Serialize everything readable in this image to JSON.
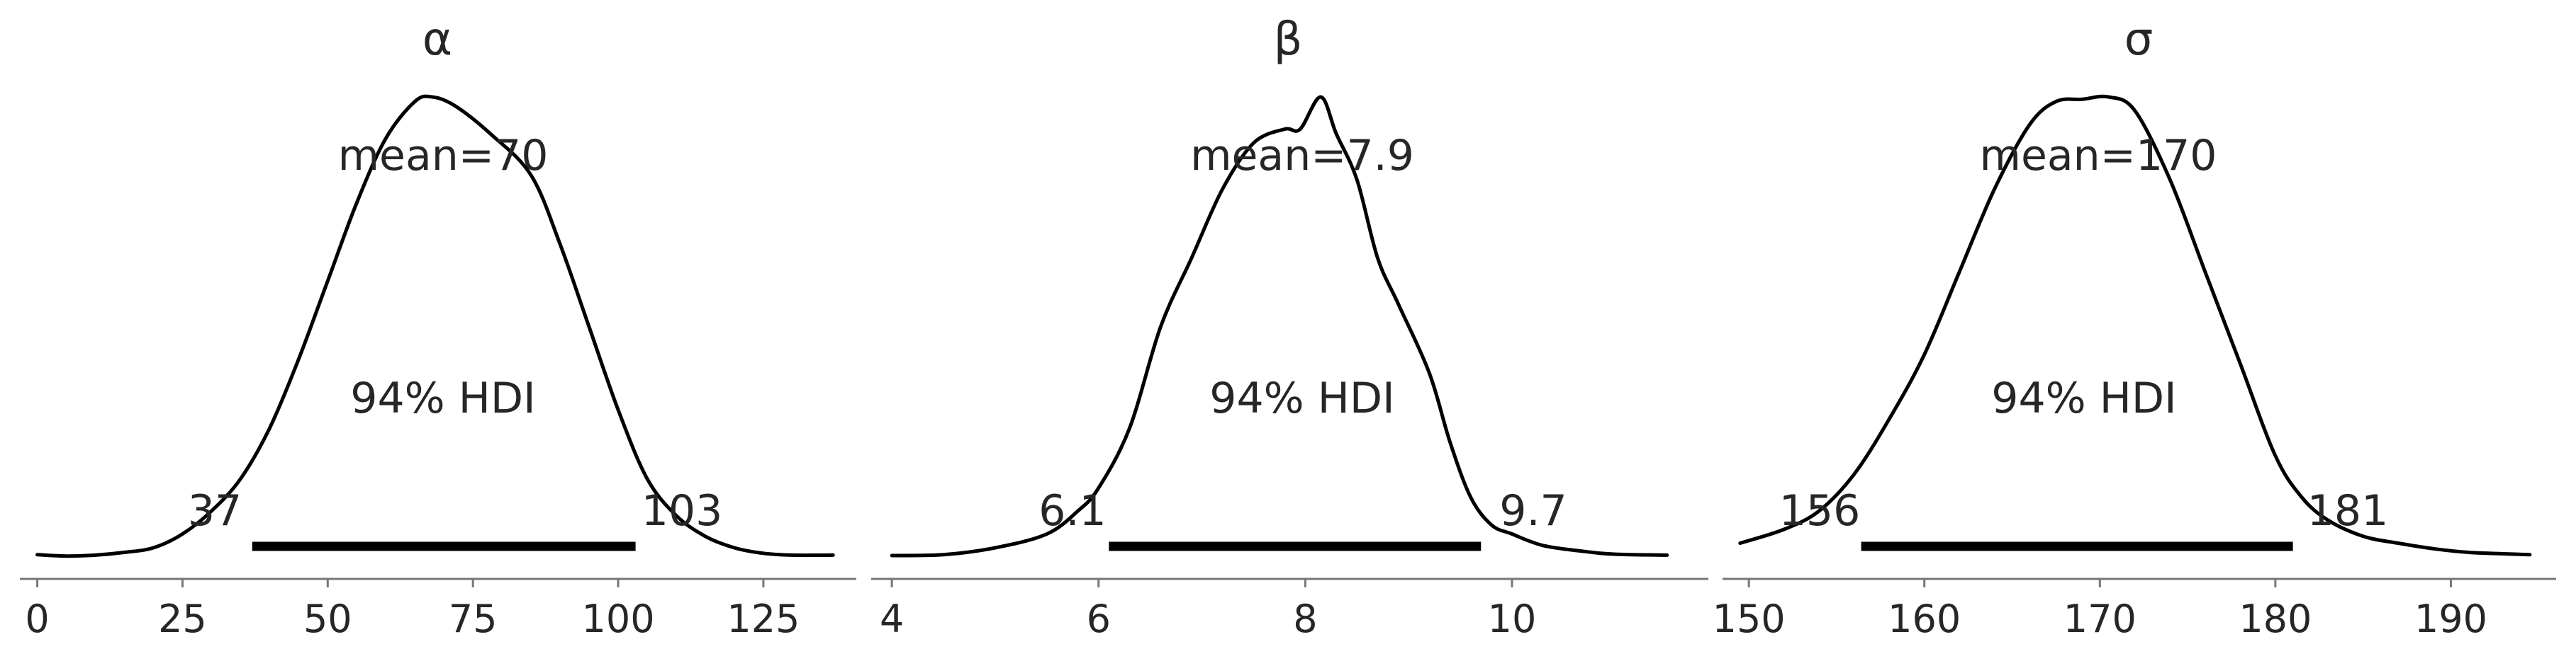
{
  "chart_data": [
    {
      "type": "area",
      "title": "α",
      "mean_label": "mean=70",
      "hdi_label": "94% HDI",
      "hdi": [
        37,
        103
      ],
      "hdi_low_label": "37",
      "hdi_high_label": "103",
      "xlim": [
        -3,
        141
      ],
      "ticks": [
        0,
        25,
        50,
        75,
        100,
        125
      ],
      "tick_labels": [
        "0",
        "25",
        "50",
        "75",
        "100",
        "125"
      ],
      "density": {
        "x": [
          0,
          5,
          10,
          15,
          20,
          25,
          30,
          35,
          40,
          45,
          50,
          55,
          60,
          65,
          68,
          72,
          78,
          85,
          90,
          95,
          100,
          105,
          110,
          115,
          120,
          125,
          130,
          137
        ],
        "y": [
          0.005,
          0.002,
          0.004,
          0.01,
          0.02,
          0.05,
          0.1,
          0.17,
          0.28,
          0.43,
          0.6,
          0.77,
          0.91,
          0.99,
          1.0,
          0.98,
          0.92,
          0.83,
          0.68,
          0.5,
          0.32,
          0.17,
          0.09,
          0.045,
          0.02,
          0.008,
          0.004,
          0.004
        ]
      }
    },
    {
      "type": "area",
      "title": "β",
      "mean_label": "mean=7.9",
      "hdi_label": "94% HDI",
      "hdi": [
        6.1,
        9.7
      ],
      "hdi_low_label": "6.1",
      "hdi_high_label": "9.7",
      "xlim": [
        3.8,
        11.9
      ],
      "ticks": [
        4,
        6,
        8,
        10
      ],
      "tick_labels": [
        "4",
        "6",
        "8",
        "10"
      ],
      "density": {
        "x": [
          4.0,
          4.5,
          5.0,
          5.5,
          5.8,
          6.0,
          6.3,
          6.6,
          6.9,
          7.2,
          7.5,
          7.8,
          7.95,
          8.15,
          8.3,
          8.5,
          8.7,
          8.9,
          9.2,
          9.4,
          9.6,
          9.8,
          10.0,
          10.3,
          10.7,
          11.0,
          11.5
        ],
        "y": [
          0.003,
          0.005,
          0.02,
          0.05,
          0.1,
          0.15,
          0.28,
          0.5,
          0.65,
          0.8,
          0.9,
          0.93,
          0.93,
          1.0,
          0.92,
          0.82,
          0.65,
          0.55,
          0.4,
          0.25,
          0.13,
          0.07,
          0.05,
          0.025,
          0.012,
          0.006,
          0.004
        ]
      }
    },
    {
      "type": "area",
      "title": "σ",
      "mean_label": "mean=170",
      "hdi_label": "94% HDI",
      "hdi": [
        156.4,
        181
      ],
      "hdi_low_label": "156",
      "hdi_high_label": "181",
      "xlim": [
        148.5,
        196
      ],
      "ticks": [
        150,
        160,
        170,
        180,
        190
      ],
      "tick_labels": [
        "150",
        "160",
        "170",
        "180",
        "190"
      ],
      "density": {
        "x": [
          149.5,
          152,
          154,
          156,
          158,
          160,
          162,
          164,
          166,
          167.5,
          169,
          170.5,
          172,
          174,
          176,
          178,
          180,
          181.5,
          183,
          185,
          187,
          189,
          191,
          193,
          194.5
        ],
        "y": [
          0.03,
          0.06,
          0.1,
          0.18,
          0.3,
          0.44,
          0.62,
          0.8,
          0.94,
          0.99,
          0.995,
          1.0,
          0.97,
          0.82,
          0.62,
          0.42,
          0.22,
          0.13,
          0.08,
          0.045,
          0.03,
          0.018,
          0.01,
          0.007,
          0.005
        ]
      }
    }
  ]
}
